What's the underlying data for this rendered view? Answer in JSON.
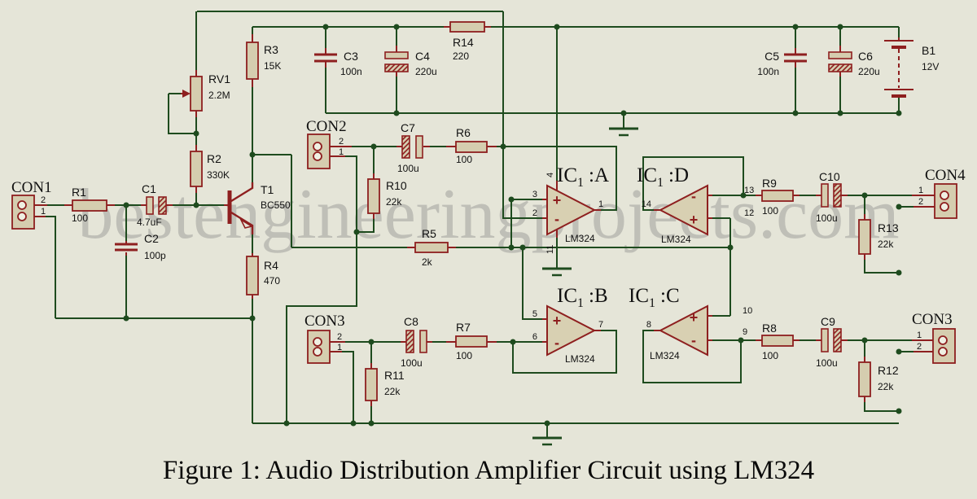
{
  "colors": {
    "background": "#E5E5D8",
    "wire_green": "#1E4B1E",
    "lead_red": "#8E1F1F",
    "body_fill": "#D5CDAF",
    "text": "#111111"
  },
  "watermark": "bestengineeringprojects.com",
  "caption": "Figure 1: Audio Distribution Amplifier Circuit using LM324",
  "components": {
    "r1": {
      "ref": "R1",
      "value": "100"
    },
    "r2": {
      "ref": "R2",
      "value": "330K"
    },
    "r3": {
      "ref": "R3",
      "value": "15K"
    },
    "r4": {
      "ref": "R4",
      "value": "470"
    },
    "r5": {
      "ref": "R5",
      "value": "2k"
    },
    "r6": {
      "ref": "R6",
      "value": "100"
    },
    "r7": {
      "ref": "R7",
      "value": "100"
    },
    "r8": {
      "ref": "R8",
      "value": "100"
    },
    "r9": {
      "ref": "R9",
      "value": "100"
    },
    "r10": {
      "ref": "R10",
      "value": "22k"
    },
    "r11": {
      "ref": "R11",
      "value": "22k"
    },
    "r12": {
      "ref": "R12",
      "value": "22k"
    },
    "r13": {
      "ref": "R13",
      "value": "22k"
    },
    "r14": {
      "ref": "R14",
      "value": "220"
    },
    "rv1": {
      "ref": "RV1",
      "value": "2.2M"
    },
    "c1": {
      "ref": "C1",
      "value": "4.7uF"
    },
    "c2": {
      "ref": "C2",
      "value": "100p"
    },
    "c3": {
      "ref": "C3",
      "value": "100n"
    },
    "c4": {
      "ref": "C4",
      "value": "220u"
    },
    "c5": {
      "ref": "C5",
      "value": "100n"
    },
    "c6": {
      "ref": "C6",
      "value": "220u"
    },
    "c7": {
      "ref": "C7",
      "value": "100u"
    },
    "c8": {
      "ref": "C8",
      "value": "100u"
    },
    "c9": {
      "ref": "C9",
      "value": "100u"
    },
    "c10": {
      "ref": "C10",
      "value": "100u"
    },
    "b1": {
      "ref": "B1",
      "value": "12V"
    },
    "t1": {
      "ref": "T1",
      "value": "BC550"
    }
  },
  "connectors": {
    "con1": {
      "ref": "CON1",
      "pin_top": "2",
      "pin_bottom": "1"
    },
    "con2": {
      "ref": "CON2",
      "pin_top": "2",
      "pin_bottom": "1"
    },
    "con3_left": {
      "ref": "CON3",
      "pin_top": "2",
      "pin_bottom": "1"
    },
    "con4": {
      "ref": "CON4",
      "pin_top": "1",
      "pin_bottom": "2"
    },
    "con3_right": {
      "ref": "CON3",
      "pin_top": "1",
      "pin_bottom": "2"
    }
  },
  "ics": {
    "a": {
      "prefix": "IC",
      "sub": "1",
      "unit": ":A",
      "part": "LM324",
      "pin_plus": "3",
      "pin_minus": "2",
      "pin_out": "1",
      "pin_vcc": "4",
      "pin_gnd": "11"
    },
    "b": {
      "prefix": "IC",
      "sub": "1",
      "unit": ":B",
      "part": "LM324",
      "pin_plus": "5",
      "pin_minus": "6",
      "pin_out": "7"
    },
    "d": {
      "prefix": "IC",
      "sub": "1",
      "unit": ":D",
      "part": "LM324",
      "pin_plus": "12",
      "pin_minus": "13",
      "pin_out": "14"
    },
    "c": {
      "prefix": "IC",
      "sub": "1",
      "unit": ":C",
      "part": "LM324",
      "pin_plus": "10",
      "pin_minus": "9",
      "pin_out": "8"
    }
  },
  "symbols": {
    "plus": "+",
    "minus": "-"
  }
}
